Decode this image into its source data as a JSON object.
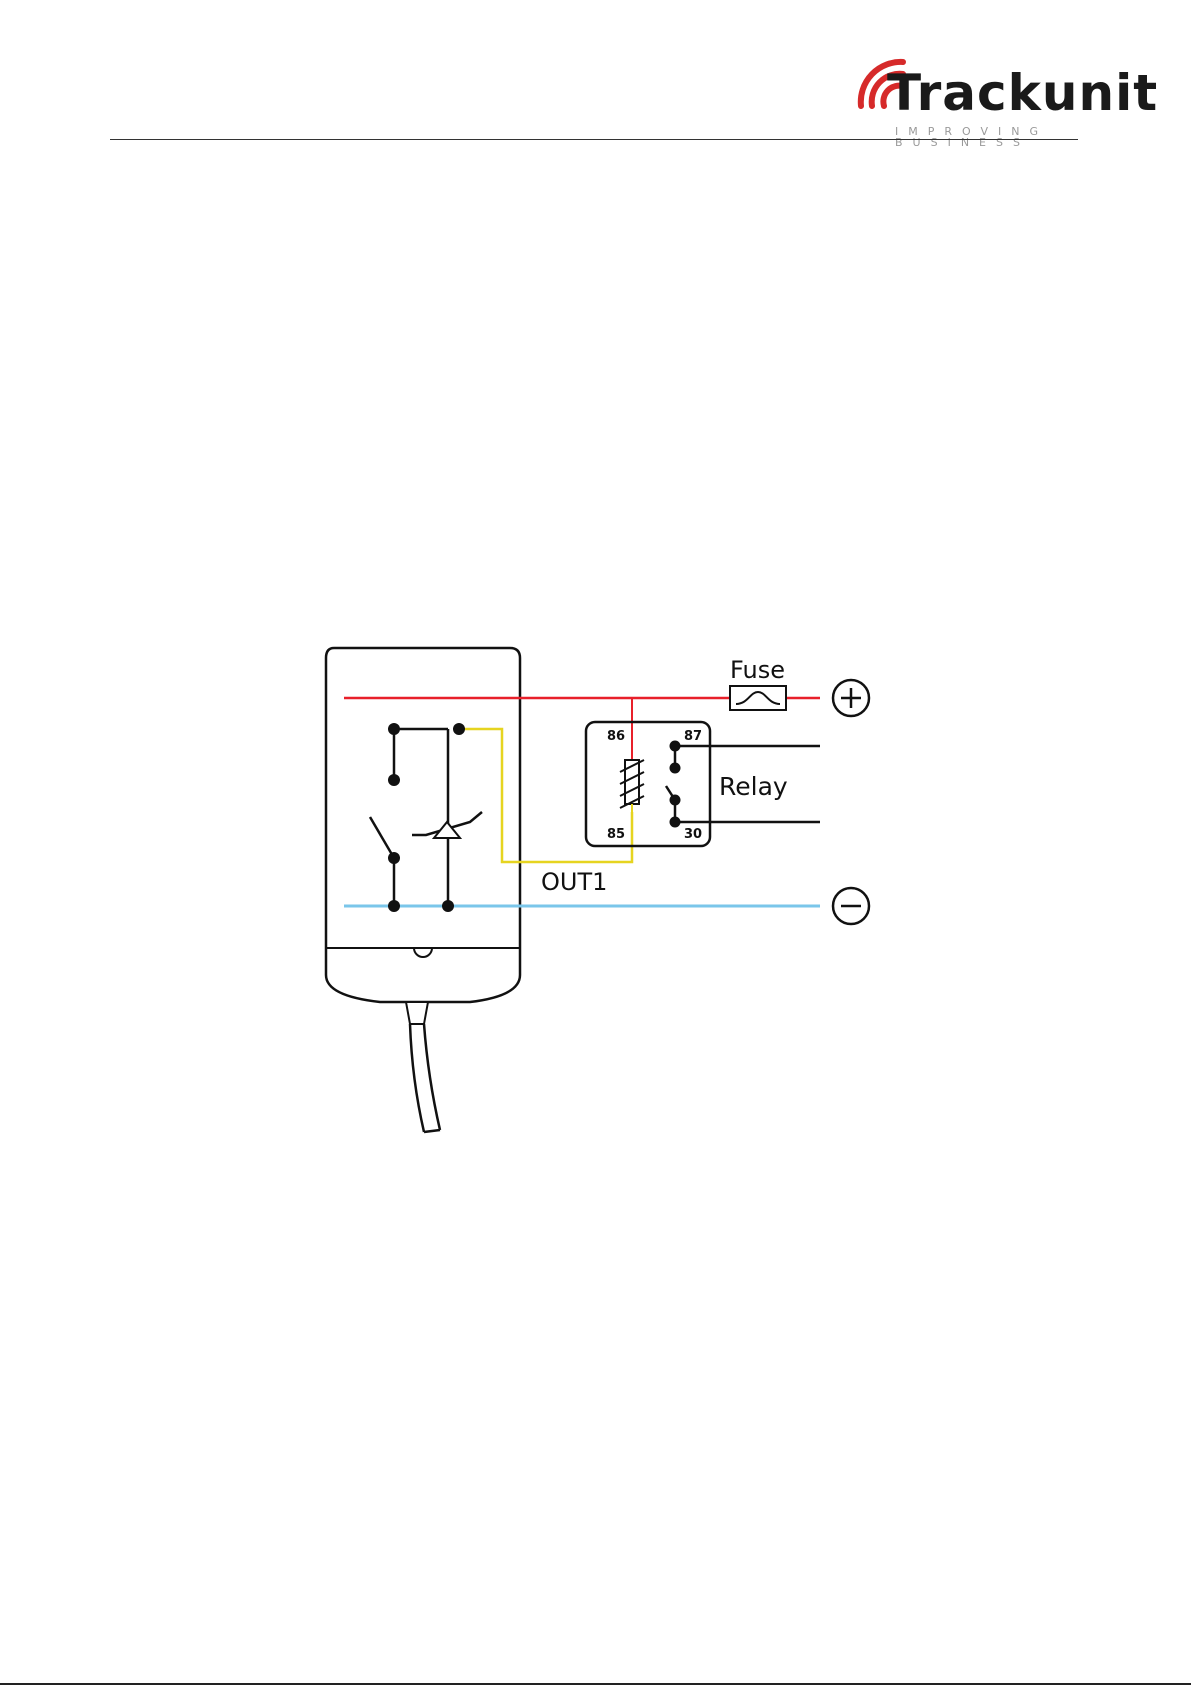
{
  "header": {
    "logo_name": "Trackunit",
    "logo_tagline": "IMPROVING BUSINESS",
    "brand_color": "#d62a2a"
  },
  "diagram": {
    "fuse_label": "Fuse",
    "relay_label": "Relay",
    "output_label": "OUT1",
    "pin_86": "86",
    "pin_87": "87",
    "pin_85": "85",
    "pin_30": "30",
    "wire_colors": {
      "positive": "#e8202a",
      "negative": "#7ac6ea",
      "output": "#e6d420",
      "ground_wire": "#111111"
    },
    "icons": [
      "plus-terminal-icon",
      "minus-terminal-icon",
      "fuse-icon",
      "relay-coil-icon"
    ]
  }
}
